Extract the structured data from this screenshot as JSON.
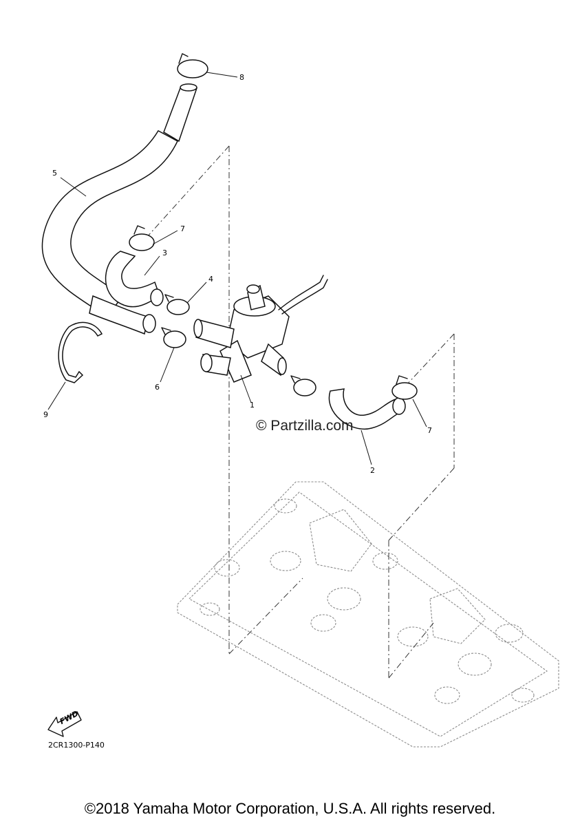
{
  "callouts": {
    "c1": "1",
    "c2": "2",
    "c3": "3",
    "c4": "4",
    "c5": "5",
    "c6": "6",
    "c7a": "7",
    "c7b": "7",
    "c8": "8",
    "c9": "9"
  },
  "watermark": "© Partzilla.com",
  "fwd_label": "FWD",
  "diagram_code": "2CR1300-P140",
  "copyright": "©2018 Yamaha Motor Corporation, U.S.A. All rights reserved."
}
